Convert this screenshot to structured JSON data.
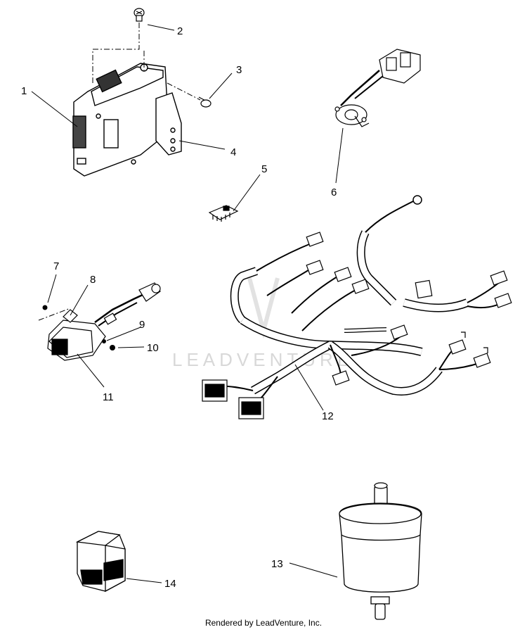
{
  "callouts": [
    {
      "id": "1",
      "label": "1"
    },
    {
      "id": "2",
      "label": "2"
    },
    {
      "id": "3",
      "label": "3"
    },
    {
      "id": "4",
      "label": "4"
    },
    {
      "id": "5",
      "label": "5"
    },
    {
      "id": "6",
      "label": "6"
    },
    {
      "id": "7",
      "label": "7"
    },
    {
      "id": "8",
      "label": "8"
    },
    {
      "id": "9",
      "label": "9"
    },
    {
      "id": "10",
      "label": "10"
    },
    {
      "id": "11",
      "label": "11"
    },
    {
      "id": "12",
      "label": "12"
    },
    {
      "id": "13",
      "label": "13"
    },
    {
      "id": "14",
      "label": "14"
    }
  ],
  "watermark": "LEADVENTURE",
  "footer": "Rendered by LeadVenture, Inc."
}
